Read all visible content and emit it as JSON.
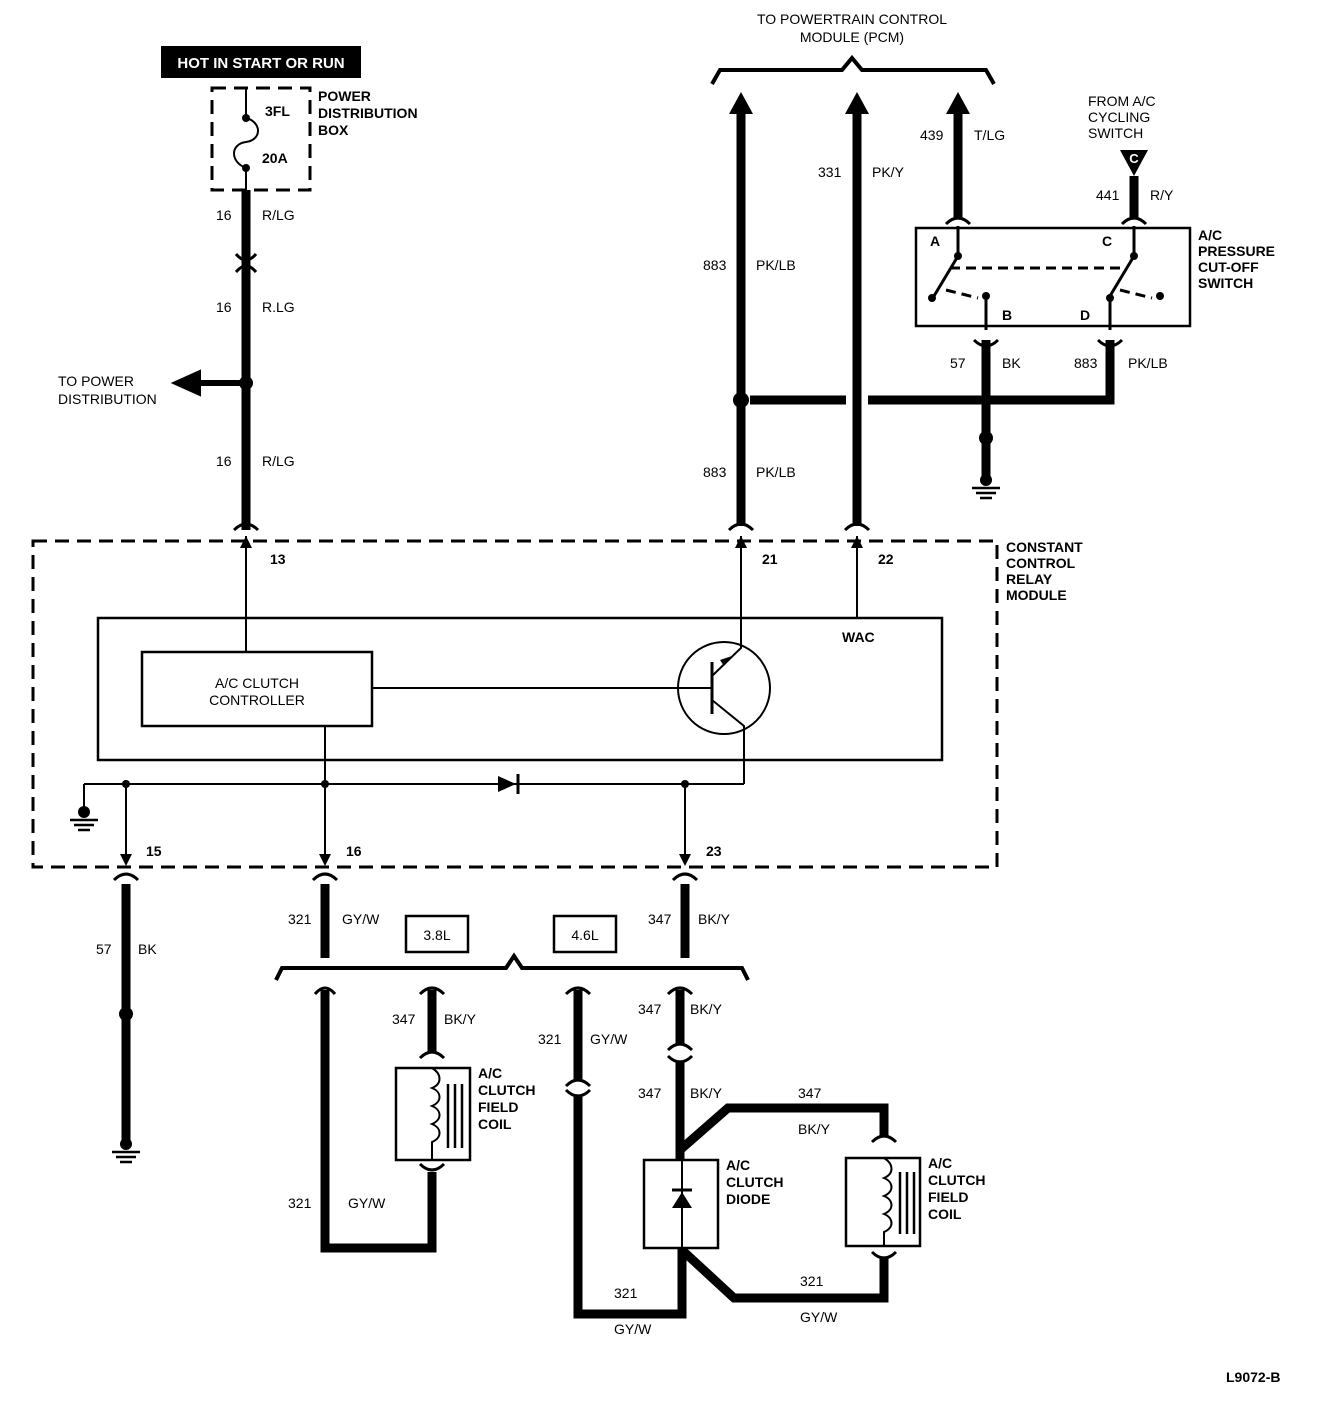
{
  "labels": {
    "hot_in_start": "HOT IN START OR RUN",
    "fuse_id": "3FL",
    "fuse_rating": "20A",
    "pdb": [
      "POWER",
      "DISTRIBUTION",
      "BOX"
    ],
    "to_power_dist": [
      "TO POWER",
      "DISTRIBUTION"
    ],
    "to_pcm": [
      "TO POWERTRAIN CONTROL",
      "MODULE (PCM)"
    ],
    "from_ac_cycling": [
      "FROM A/C",
      "CYCLING",
      "SWITCH"
    ],
    "pressure_switch": [
      "A/C",
      "PRESSURE",
      "CUT-OFF",
      "SWITCH"
    ],
    "ccrm": [
      "CONSTANT",
      "CONTROL",
      "RELAY",
      "MODULE"
    ],
    "wac": "WAC",
    "controller": [
      "A/C CLUTCH",
      "CONTROLLER"
    ],
    "engine_38": "3.8L",
    "engine_46": "4.6L",
    "field_coil": [
      "A/C",
      "CLUTCH",
      "FIELD",
      "COIL"
    ],
    "clutch_diode": [
      "A/C",
      "CLUTCH",
      "DIODE"
    ],
    "figure_id": "L9072-B",
    "connector_c": "C"
  },
  "circuits": {
    "c16": "16",
    "rlg": "R/LG",
    "rlg2": "R.LG",
    "c883": "883",
    "pklb": "PK/LB",
    "c331": "331",
    "pky": "PK/Y",
    "c439": "439",
    "tlg": "T/LG",
    "c441": "441",
    "ry": "R/Y",
    "c57": "57",
    "bk": "BK",
    "c321": "321",
    "gyw": "GY/W",
    "c347": "347",
    "bky": "BK/Y"
  },
  "pins": {
    "p13": "13",
    "p21": "21",
    "p22": "22",
    "p15": "15",
    "p16": "16",
    "p23": "23",
    "sw_a": "A",
    "sw_b": "B",
    "sw_c": "C",
    "sw_d": "D"
  }
}
